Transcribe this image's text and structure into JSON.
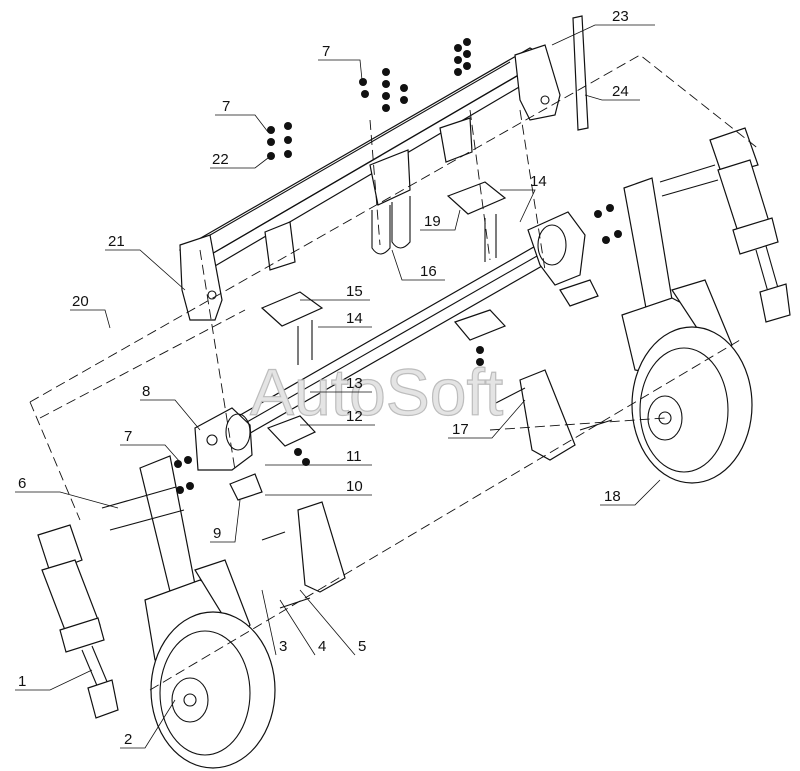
{
  "watermark": "AutoSoft",
  "callouts": [
    "1",
    "2",
    "3",
    "4",
    "5",
    "6",
    "7",
    "7",
    "7",
    "8",
    "9",
    "10",
    "11",
    "12",
    "13",
    "14",
    "14",
    "15",
    "16",
    "17",
    "18",
    "19",
    "20",
    "21",
    "22",
    "23",
    "24"
  ]
}
